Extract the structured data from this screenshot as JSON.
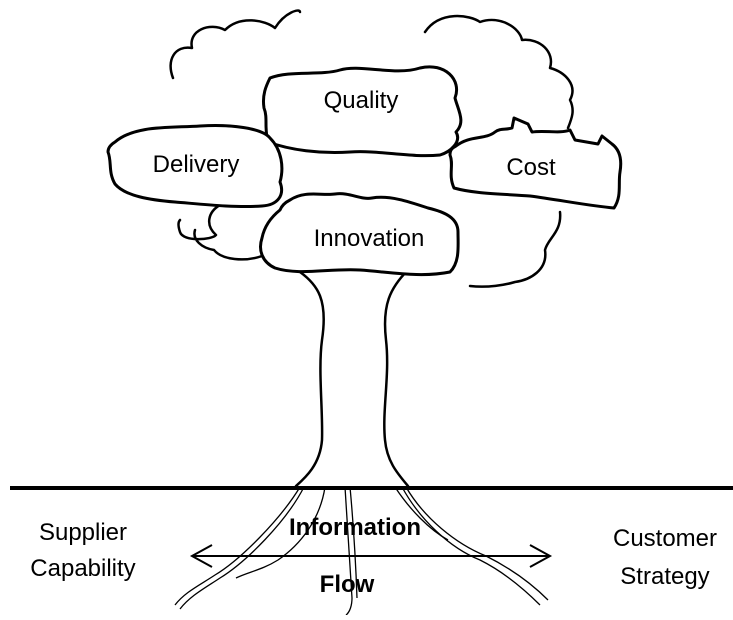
{
  "labels": {
    "quality": "Quality",
    "delivery": "Delivery",
    "cost": "Cost",
    "innovation": "Innovation",
    "information": "Information",
    "flow": "Flow",
    "supplier_line1": "Supplier",
    "supplier_line2": "Capability",
    "customer_line1": "Customer",
    "customer_line2": "Strategy"
  }
}
